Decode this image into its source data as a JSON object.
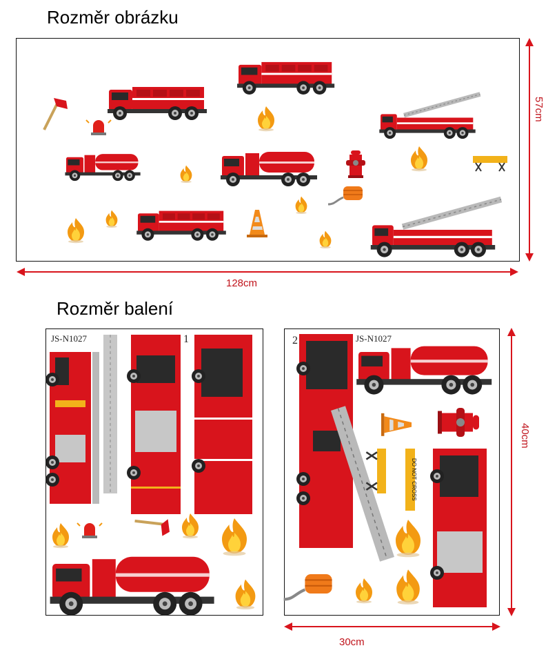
{
  "headings": {
    "image_size": "Rozměr obrázku",
    "package_size": "Rozměr balení"
  },
  "dimensions": {
    "image_width": "128cm",
    "image_height": "57cm",
    "package_width": "30cm",
    "package_height": "40cm"
  },
  "sheets": [
    {
      "code": "JS-N1027",
      "number": "1"
    },
    {
      "code": "JS-N1027",
      "number": "2"
    }
  ],
  "sign_text": "DO NOT CROSS",
  "colors": {
    "truck_red": "#d8141c",
    "dimension_red": "#d8141c",
    "flame_orange": "#f39a12",
    "flame_yellow": "#ffd23a",
    "ladder_gray": "#b9b9b9"
  }
}
